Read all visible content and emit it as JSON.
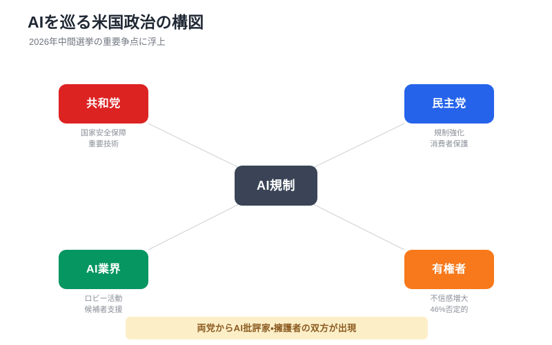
{
  "header": {
    "title": "AIを巡る米国政治の構図",
    "subtitle": "2026年中間選挙の重要争点に浮上"
  },
  "diagram": {
    "type": "hub-and-spoke",
    "center": {
      "label": "AI規制",
      "color": "#3a4456"
    },
    "nodes": [
      {
        "id": "republican",
        "label": "共和党",
        "color": "#dd2222",
        "position": "top-left",
        "caption_lines": [
          "国家安全保障",
          "重要技術"
        ]
      },
      {
        "id": "democrat",
        "label": "民主党",
        "color": "#2563eb",
        "position": "top-right",
        "caption_lines": [
          "規制強化",
          "消費者保護"
        ]
      },
      {
        "id": "ai-industry",
        "label": "AI業界",
        "color": "#069662",
        "position": "bottom-left",
        "caption_lines": [
          "ロビー活動",
          "候補者支援"
        ]
      },
      {
        "id": "voters",
        "label": "有権者",
        "color": "#f7791b",
        "position": "bottom-right",
        "caption_lines": [
          "不信感増大",
          "46%否定的"
        ]
      }
    ],
    "link_color": "#d2d3d8"
  },
  "banner": {
    "text": "両党からAI批評家・擁護者の双方が出現",
    "background": "#fcefc8",
    "text_color": "#8a5a20"
  }
}
